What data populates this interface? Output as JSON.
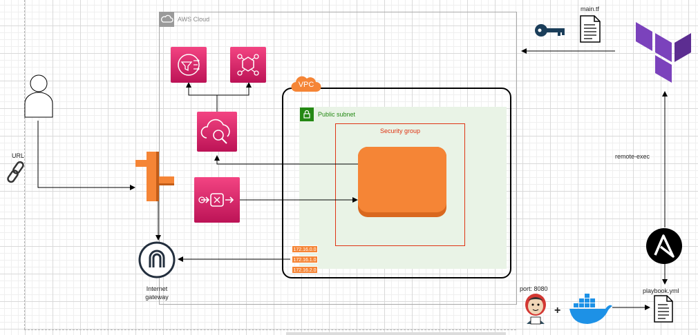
{
  "aws_cloud": {
    "label": "AWS Cloud"
  },
  "vpc": {
    "badge": "VPC"
  },
  "subnet": {
    "label": "Public subnet"
  },
  "security_group": {
    "label": "Security group"
  },
  "cidrs": [
    "172.16.0.0",
    "172.16.1.0",
    "172.16.2.0"
  ],
  "user": {
    "link_label": "URL"
  },
  "internet_gateway": {
    "label_line1": "Internet",
    "label_line2": "gateway"
  },
  "terraform": {
    "file_label": "main.tf"
  },
  "ansible": {
    "edge_label": "remote-exec",
    "file_label": "playbook.yml"
  },
  "jenkins": {
    "port_label": "port: 8080",
    "plus": "+"
  },
  "icons": {
    "user": "user-icon",
    "link": "link-icon",
    "router": "router-icon",
    "gateway": "internet-gateway-icon",
    "sns": "sns-icon",
    "step": "step-functions-icon",
    "cloudwatch": "cloudwatch-icon",
    "sqs": "sqs-icon",
    "ec2": "ec2-instance-icon",
    "key": "key-icon",
    "doc": "document-icon",
    "terraform": "terraform-icon",
    "ansible": "ansible-icon",
    "jenkins": "jenkins-icon",
    "docker": "docker-icon"
  },
  "colors": {
    "aws_pink": "#e7157b",
    "orange": "#f58536",
    "subnet_green": "#248814",
    "terraform": "#7b42bc",
    "docker": "#1d91e6"
  }
}
